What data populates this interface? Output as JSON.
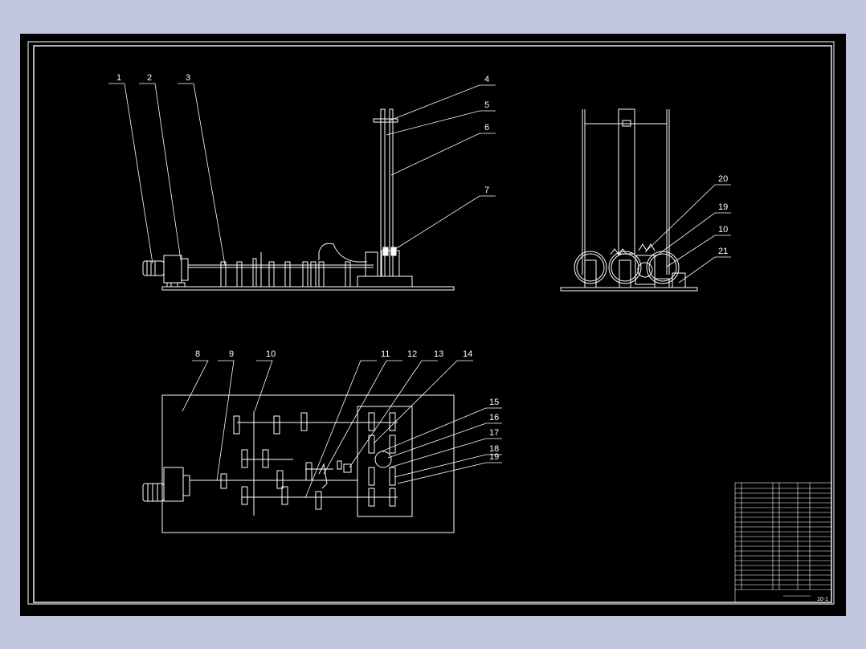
{
  "colors": {
    "background": "#c3c6df",
    "canvas": "#000000",
    "line": "#ffffff"
  },
  "callouts": {
    "c1": "1",
    "c2": "2",
    "c3": "3",
    "c4": "4",
    "c5": "5",
    "c6": "6",
    "c7": "7",
    "c8": "8",
    "c9": "9",
    "c10": "10",
    "c11": "11",
    "c12": "12",
    "c13": "13",
    "c14": "14",
    "c15": "15",
    "c16": "16",
    "c17": "17",
    "c18": "18",
    "c19": "19",
    "c20": "20",
    "c19b": "19",
    "c10b": "10",
    "c21": "21"
  },
  "title_block": {
    "drawing_number": "10-1"
  }
}
